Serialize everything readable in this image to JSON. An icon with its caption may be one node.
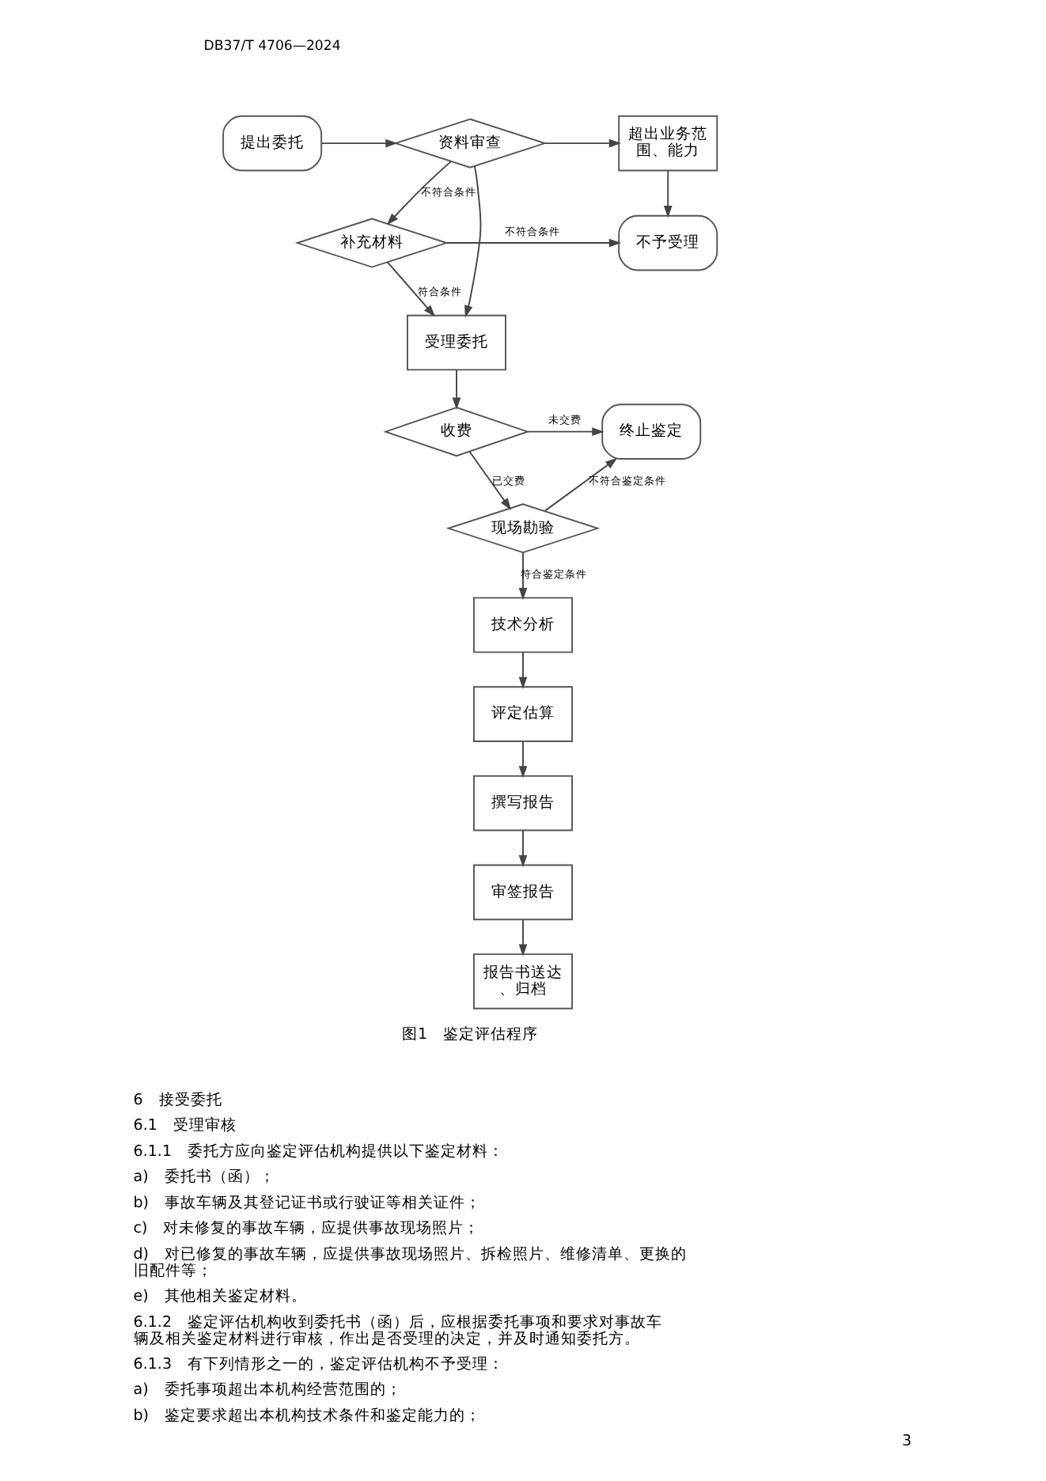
{
  "diagram": {
    "caption": "图1　鉴定评估程序",
    "nodes": [
      {
        "text": [
          "提出委托"
        ]
      },
      {
        "text": [
          "资料审查"
        ]
      },
      {
        "text": [
          "超出业务范围、能力"
        ]
      },
      {
        "text": [
          "不予受理"
        ]
      },
      {
        "text": [
          "补充材料"
        ]
      },
      {
        "text": [
          "受理委托"
        ]
      },
      {
        "text": [
          "收费"
        ]
      },
      {
        "text": [
          "终止鉴定"
        ]
      },
      {
        "text": [
          "现场勘验"
        ]
      },
      {
        "text": [
          "技术分析"
        ]
      },
      {
        "text": [
          "评定估算"
        ]
      },
      {
        "text": [
          "撰写报告"
        ]
      },
      {
        "text": [
          "审签报告"
        ]
      },
      {
        "text": [
          "报告书送达、归档"
        ]
      }
    ],
    "edges": [
      {
        "from": 0,
        "to": 1,
        "arrow": "to"
      },
      {
        "from": 1,
        "to": 2,
        "arrow": "to"
      },
      {
        "from": 2,
        "to": 3,
        "arrow": "to"
      },
      {
        "from": 1,
        "to": 5,
        "arrow": "to"
      },
      {
        "from": 1,
        "to": 4,
        "arrow": "to",
        "label": "不符合条件"
      },
      {
        "from": 4,
        "to": 5,
        "arrow": "to",
        "label": "符合条件"
      },
      {
        "from": 4,
        "to": 3,
        "arrow": "to",
        "label": "不符合条件"
      },
      {
        "from": 5,
        "to": 6,
        "arrow": "to"
      },
      {
        "from": 6,
        "to": 7,
        "arrow": "to",
        "label": "未交费"
      },
      {
        "from": 6,
        "to": 8,
        "arrow": "to",
        "label": "已交费"
      },
      {
        "from": 8,
        "to": 7,
        "arrow": "to",
        "label": "不符合鉴定条件"
      },
      {
        "from": 8,
        "to": 9,
        "arrow": "to",
        "label": "符合鉴定条件"
      },
      {
        "from": 9,
        "to": 10,
        "arrow": "to"
      },
      {
        "from": 10,
        "to": 11,
        "arrow": "to"
      },
      {
        "from": 11,
        "to": 12,
        "arrow": "to"
      },
      {
        "from": 12,
        "to": 13,
        "arrow": "to"
      }
    ],
    "labels": [
      "DB37/T 4706—2024",
      "6　接受委托",
      "6.1　受理审核",
      "6.1.1　委托方应向鉴定评估机构提供以下鉴定材料：",
      "a)　委托书（函）；",
      "b)　事故车辆及其登记证书或行驶证等相关证件；",
      "c)　对未修复的事故车辆，应提供事故现场照片；",
      "d)　对已修复的事故车辆，应提供事故现场照片、拆检照片、维修清单、更换的旧配件等；",
      "e)　其他相关鉴定材料。",
      "6.1.2　鉴定评估机构收到委托书（函）后，应根据委托事项和要求对事故车辆及相关鉴定材料进行审核，作出是否受理的决定，并及时通知委托方。",
      "6.1.3　有下列情形之一的，鉴定评估机构不予受理：",
      "a)　委托事项超出本机构经营范围的；",
      "b)　鉴定要求超出本机构技术条件和鉴定能力的；",
      "3"
    ]
  }
}
